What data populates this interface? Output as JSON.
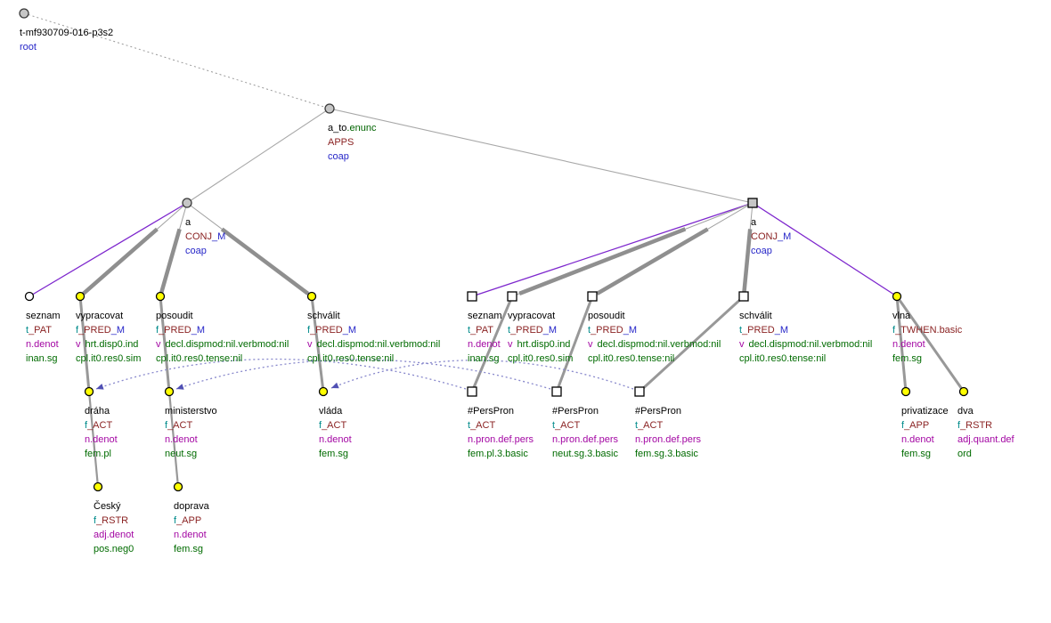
{
  "colors": {
    "node_yellow": "#ffff00",
    "node_gray": "#c6c6c6",
    "node_white": "#ffffff",
    "edge_gray": "#989898",
    "edge_purple": "#7d26cd",
    "coref_blue": "#8888cc",
    "coref_arrow": "#5050b4",
    "word_black": "#000000",
    "prefix_teal": "#008b8b",
    "functor_maroon": "#8b2323",
    "suffix_blue": "#2626c8",
    "sempos_magenta": "#a307a3",
    "gram_green": "#006b00",
    "subfunctor_green": "#006400"
  },
  "nodes": {
    "root": {
      "word": "t-mf930709-016-p3s2",
      "aux": "root"
    },
    "a_to": {
      "word": "a_to",
      "word_suffix": ".enunc",
      "functor": "APPS",
      "aux": "coap"
    },
    "conj_left": {
      "word": "a",
      "functor": "CONJ",
      "functor_suffix": "_M",
      "aux": "coap"
    },
    "conj_right": {
      "word": "a",
      "functor": "CONJ",
      "functor_suffix": "_M",
      "aux": "coap"
    },
    "seznam_left": {
      "word": "seznam",
      "functor_prefix": "t",
      "functor": "_PAT",
      "sempos": "n.denot",
      "gram": "inan.sg"
    },
    "vypracovat_left": {
      "word": "vypracovat",
      "functor_prefix": "f",
      "functor": "_PRED",
      "functor_suffix": "_M",
      "sempos": "v",
      "gram_inline": "hrt.disp0.ind",
      "gram": "cpl.it0.res0.sim"
    },
    "posoudit_left": {
      "word": "posoudit",
      "functor_prefix": "f",
      "functor": "_PRED",
      "functor_suffix": "_M",
      "sempos": "v",
      "gram_inline": "decl.dispmod:nil.verbmod:nil",
      "gram": "cpl.it0.res0.tense:nil"
    },
    "schvalit_left": {
      "word": "schválit",
      "functor_prefix": "f",
      "functor": "_PRED",
      "functor_suffix": "_M",
      "sempos": "v",
      "gram_inline": "decl.dispmod:nil.verbmod:nil",
      "gram": "cpl.it0.res0.tense:nil"
    },
    "seznam_right": {
      "word": "seznam",
      "functor_prefix": "t",
      "functor": "_PAT",
      "sempos": "n.denot",
      "gram": "inan.sg"
    },
    "vypracovat_right": {
      "word": "vypracovat",
      "functor_prefix": "t",
      "functor": "_PRED",
      "functor_suffix": "_M",
      "sempos": "v",
      "gram_inline": "hrt.disp0.ind",
      "gram": "cpl.it0.res0.sim"
    },
    "posoudit_right": {
      "word": "posoudit",
      "functor_prefix": "t",
      "functor": "_PRED",
      "functor_suffix": "_M",
      "sempos": "v",
      "gram_inline": "decl.dispmod:nil.verbmod:nil",
      "gram": "cpl.it0.res0.tense:nil"
    },
    "schvalit_right": {
      "word": "schválit",
      "functor_prefix": "t",
      "functor": "_PRED",
      "functor_suffix": "_M",
      "sempos": "v",
      "gram_inline": "decl.dispmod:nil.verbmod:nil",
      "gram": "cpl.it0.res0.tense:nil"
    },
    "vlna": {
      "word": "vlna",
      "functor_prefix": "f",
      "functor": "_TWHEN.basic",
      "sempos": "n.denot",
      "gram": "fem.sg"
    },
    "draha": {
      "word": "dráha",
      "functor_prefix": "f",
      "functor": "_ACT",
      "sempos": "n.denot",
      "gram": "fem.pl"
    },
    "ministerstvo": {
      "word": "ministerstvo",
      "functor_prefix": "f",
      "functor": "_ACT",
      "sempos": "n.denot",
      "gram": "neut.sg"
    },
    "vlada": {
      "word": "vláda",
      "functor_prefix": "f",
      "functor": "_ACT",
      "sempos": "n.denot",
      "gram": "fem.sg"
    },
    "perspron1": {
      "word": "#PersPron",
      "functor_prefix": "t",
      "functor": "_ACT",
      "sempos": "n.pron.def.pers",
      "gram": "fem.pl.3.basic"
    },
    "perspron2": {
      "word": "#PersPron",
      "functor_prefix": "t",
      "functor": "_ACT",
      "sempos": "n.pron.def.pers",
      "gram": "neut.sg.3.basic"
    },
    "perspron3": {
      "word": "#PersPron",
      "functor_prefix": "t",
      "functor": "_ACT",
      "sempos": "n.pron.def.pers",
      "gram": "fem.sg.3.basic"
    },
    "privatizace": {
      "word": "privatizace",
      "functor_prefix": "f",
      "functor": "_APP",
      "sempos": "n.denot",
      "gram": "fem.sg"
    },
    "dva": {
      "word": "dva",
      "functor_prefix": "f",
      "functor": "_RSTR",
      "sempos": "adj.quant.def",
      "gram": "ord"
    },
    "cesky": {
      "word": "Český",
      "functor_prefix": "f",
      "functor": "_RSTR",
      "sempos": "adj.denot",
      "gram": "pos.neg0"
    },
    "doprava": {
      "word": "doprava",
      "functor_prefix": "f",
      "functor": "_APP",
      "sempos": "n.denot",
      "gram": "fem.sg"
    }
  }
}
